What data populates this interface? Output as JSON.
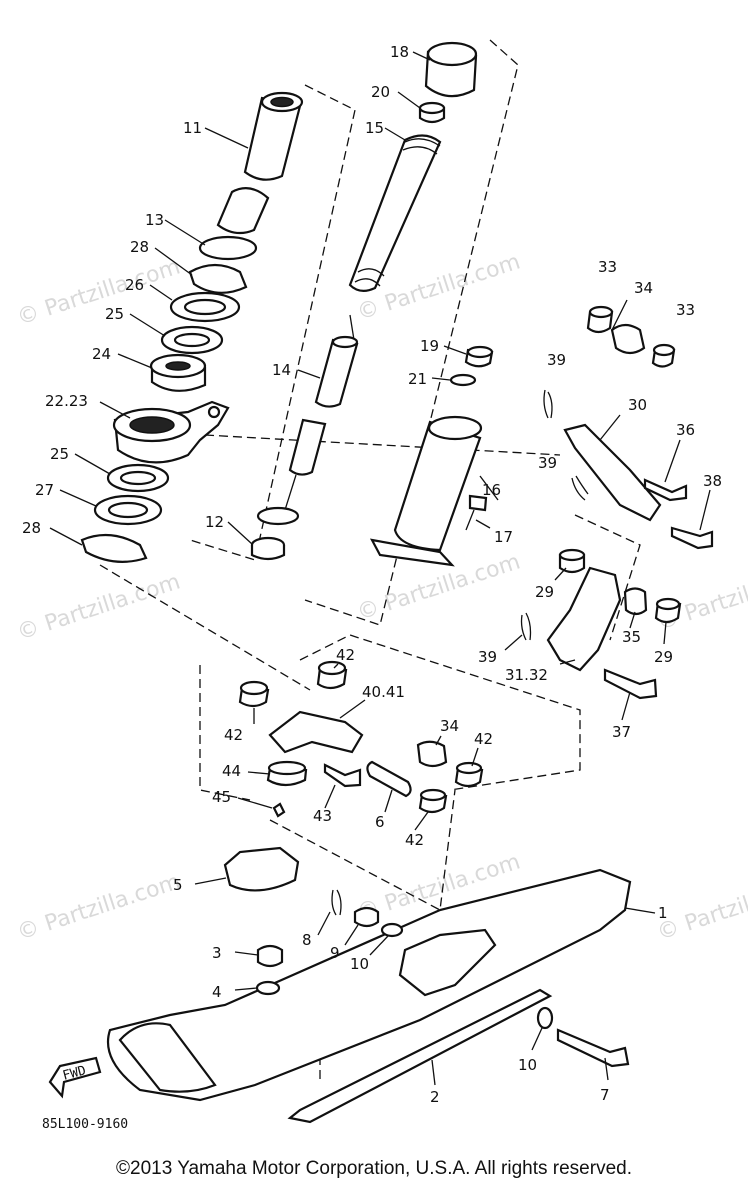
{
  "watermark": {
    "text": "© Partzilla.com",
    "color": "#d9d9d9"
  },
  "callouts": [
    {
      "id": "c18",
      "label": "18"
    },
    {
      "id": "c20",
      "label": "20"
    },
    {
      "id": "c15",
      "label": "15"
    },
    {
      "id": "c11",
      "label": "11"
    },
    {
      "id": "c13",
      "label": "13"
    },
    {
      "id": "c28a",
      "label": "28"
    },
    {
      "id": "c26",
      "label": "26"
    },
    {
      "id": "c25a",
      "label": "25"
    },
    {
      "id": "c24",
      "label": "24"
    },
    {
      "id": "c22",
      "label": "22.23"
    },
    {
      "id": "c25b",
      "label": "25"
    },
    {
      "id": "c27",
      "label": "27"
    },
    {
      "id": "c28b",
      "label": "28"
    },
    {
      "id": "c14",
      "label": "14"
    },
    {
      "id": "c12",
      "label": "12"
    },
    {
      "id": "c19",
      "label": "19"
    },
    {
      "id": "c21",
      "label": "21"
    },
    {
      "id": "c16",
      "label": "16"
    },
    {
      "id": "c17",
      "label": "17"
    },
    {
      "id": "c33a",
      "label": "33"
    },
    {
      "id": "c34a",
      "label": "34"
    },
    {
      "id": "c33b",
      "label": "33"
    },
    {
      "id": "c39a",
      "label": "39"
    },
    {
      "id": "c30",
      "label": "30"
    },
    {
      "id": "c36",
      "label": "36"
    },
    {
      "id": "c39b",
      "label": "39"
    },
    {
      "id": "c38",
      "label": "38"
    },
    {
      "id": "c29a",
      "label": "29"
    },
    {
      "id": "c35",
      "label": "35"
    },
    {
      "id": "c29b",
      "label": "29"
    },
    {
      "id": "c39c",
      "label": "39"
    },
    {
      "id": "c31",
      "label": "31.32"
    },
    {
      "id": "c37",
      "label": "37"
    },
    {
      "id": "c42a",
      "label": "42"
    },
    {
      "id": "c40",
      "label": "40.41"
    },
    {
      "id": "c42b",
      "label": "42"
    },
    {
      "id": "c34b",
      "label": "34"
    },
    {
      "id": "c42c",
      "label": "42"
    },
    {
      "id": "c44",
      "label": "44"
    },
    {
      "id": "c45",
      "label": "45"
    },
    {
      "id": "c43",
      "label": "43"
    },
    {
      "id": "c6",
      "label": "6"
    },
    {
      "id": "c42d",
      "label": "42"
    },
    {
      "id": "c5",
      "label": "5"
    },
    {
      "id": "c1",
      "label": "1"
    },
    {
      "id": "c8",
      "label": "8"
    },
    {
      "id": "c9",
      "label": "9"
    },
    {
      "id": "c10a",
      "label": "10"
    },
    {
      "id": "c3",
      "label": "3"
    },
    {
      "id": "c4",
      "label": "4"
    },
    {
      "id": "c10b",
      "label": "10"
    },
    {
      "id": "c7",
      "label": "7"
    },
    {
      "id": "c2",
      "label": "2"
    }
  ],
  "arrow_label": "FWD",
  "diagram_code": "85L100-9160",
  "footer": "©2013  Yamaha Motor Corporation, U.S.A. All rights reserved."
}
